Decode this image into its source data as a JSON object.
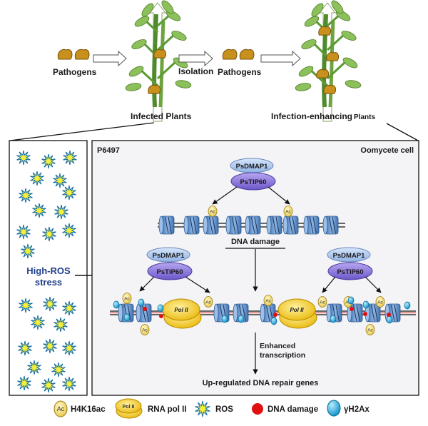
{
  "top": {
    "pathogens_left": "Pathogens",
    "isolation": "Isolation",
    "pathogens_right": "Pathogens",
    "infected_plants": "Infected Plants",
    "enhancing_plants_main": "Infection-enhancing",
    "enhancing_plants_tail": "Plants"
  },
  "stress": {
    "line1": "High-ROS",
    "line2": "stress",
    "color": "#1f3e8a"
  },
  "cell": {
    "strain": "P6497",
    "title": "Oomycete cell",
    "complex_top": {
      "dmap": "PsDMAP1",
      "tip": "PsTIP60"
    },
    "complex_left": {
      "dmap": "PsDMAP1",
      "tip": "PsTIP60"
    },
    "complex_right": {
      "dmap": "PsDMAP1",
      "tip": "PsTIP60"
    },
    "dna_damage": "DNA damage",
    "enhanced_line1": "Enhanced",
    "enhanced_line2": "transcription",
    "upregulated": "Up-regulated DNA repair genes",
    "ac": "Ac",
    "pol": "Pol II"
  },
  "legend": {
    "h4k16ac": "H4K16ac",
    "polii": "RNA pol II",
    "ros": "ROS",
    "damage": "DNA damage",
    "gh2ax": "γH2Ax",
    "ac_icon": "Ac",
    "pol_icon": "Pol II"
  },
  "colors": {
    "nucleosome": "#5b8fc7",
    "acetyl": "#f3dd6a",
    "pol": "#f0c419",
    "complex_dmap": "#a9c6ef",
    "complex_tip": "#8e7bd9",
    "damage": "#e01010",
    "gh2ax": "#1aa6dd",
    "ros": "#f6f03a",
    "plant": "#7bb24a"
  }
}
